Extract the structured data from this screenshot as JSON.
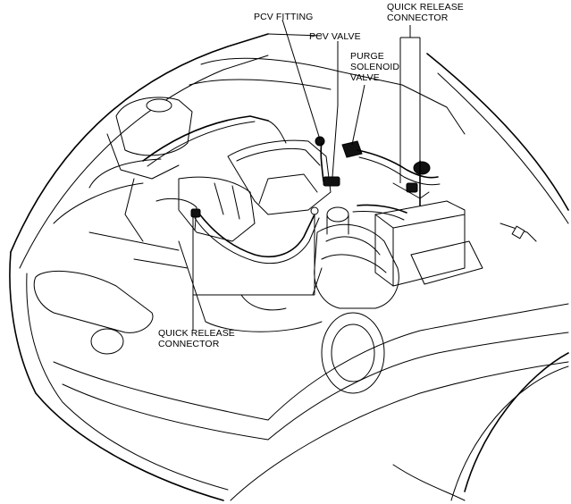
{
  "labels": {
    "pcv_fitting": "PCV FITTING",
    "pcv_valve": "PCV VALVE",
    "purge_line1": "PURGE",
    "purge_line2": "SOLENOID",
    "purge_line3": "VALVE",
    "qrc_top_line1": "QUICK RELEASE",
    "qrc_top_line2": "CONNECTOR",
    "qrc_bottom_line1": "QUICK RELEASE",
    "qrc_bottom_line2": "CONNECTOR"
  }
}
